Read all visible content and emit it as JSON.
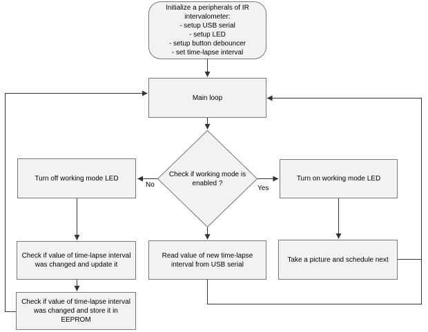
{
  "colors": {
    "node_fill": "#f2f2f2",
    "node_border": "#767676",
    "edge": "#333333",
    "text": "#000000",
    "background": "#ffffff"
  },
  "nodes": {
    "start": {
      "text": "Initialize a peripherals of IR\nintervalometer:\n- setup USB serial\n- setup LED\n- setup button debouncer\n- set time-lapse interval"
    },
    "main_loop": {
      "text": "Main loop"
    },
    "decision": {
      "text": "Check if working mode is\nenabled ?"
    },
    "turn_off_led": {
      "text": "Turn off working mode LED"
    },
    "turn_on_led": {
      "text": "Turn on working mode LED"
    },
    "check_update_interval": {
      "text": "Check if value of time-lapse interval\nwas changed and update it"
    },
    "store_eeprom": {
      "text": "Check if value of time-lapse interval\nwas changed and store it in\nEEPROM"
    },
    "read_interval": {
      "text": "Read value of new time-lapse\ninterval from USB serial"
    },
    "take_picture": {
      "text": "Take a picture and schedule next"
    }
  },
  "edge_labels": {
    "no": "No",
    "yes": "Yes"
  }
}
